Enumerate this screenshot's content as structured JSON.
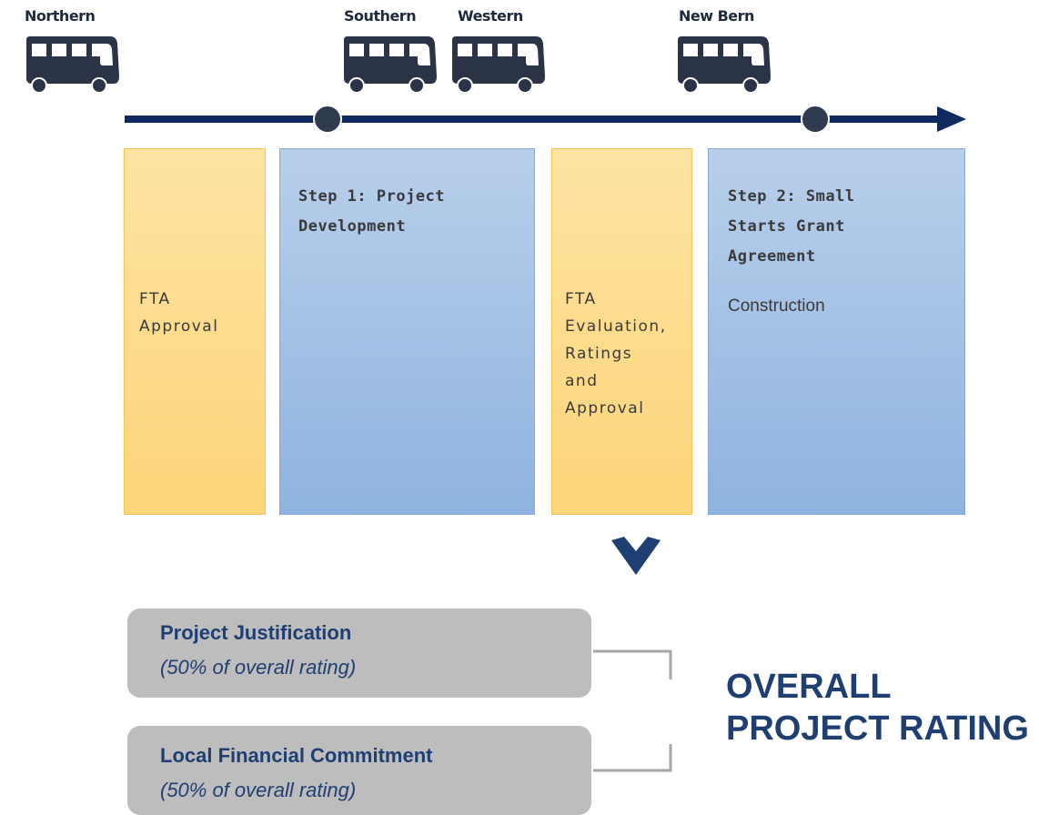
{
  "buses": [
    {
      "label": "Northern"
    },
    {
      "label": "Southern"
    },
    {
      "label": "Western"
    },
    {
      "label": "New Bern"
    }
  ],
  "columns": [
    {
      "type": "approval",
      "lines": [
        "FTA",
        "Approval"
      ]
    },
    {
      "type": "step",
      "title_lines": [
        "Step 1: Project",
        "Development"
      ],
      "sub": ""
    },
    {
      "type": "approval",
      "lines": [
        "FTA",
        "Evaluation,",
        "Ratings",
        "and",
        "Approval"
      ]
    },
    {
      "type": "step",
      "title_lines": [
        "Step 2: Small",
        "Starts Grant",
        "Agreement"
      ],
      "sub": "Construction"
    }
  ],
  "ratings": [
    {
      "title": "Project Justification",
      "sub": "(50% of overall rating)"
    },
    {
      "title": "Local Financial Commitment",
      "sub": "(50% of overall rating)"
    }
  ],
  "overall": {
    "line1": "OVERALL",
    "line2": "PROJECT RATING"
  },
  "colors": {
    "navy": "#0f2a5e",
    "milestone": "#2f3b4e",
    "bus": "#2b3446",
    "orange": "#fdd57a",
    "blue": "#9dbbe3",
    "gray": "#bdbdbd",
    "rating_text": "#1f3f73"
  }
}
